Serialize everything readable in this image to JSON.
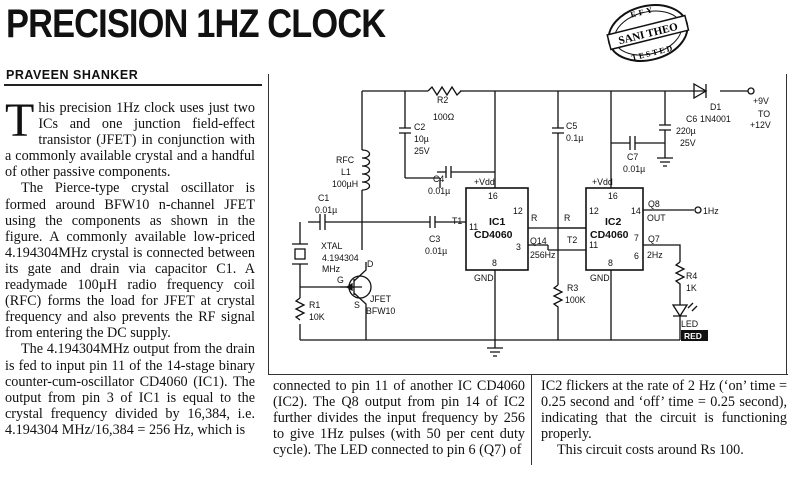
{
  "title": "PRECISION 1HZ CLOCK",
  "stamp": {
    "top": "EFY",
    "name": "SANI THEO",
    "bottom": "TESTED"
  },
  "author": "PRAVEEN SHANKER",
  "columns": {
    "col1_dropcap": "T",
    "col1_p1": "his precision 1Hz clock uses just two ICs and one junction field-effect transistor (JFET) in conjunction with a commonly available crystal and a handful of other passive components.",
    "col1_p2": "The Pierce-type crystal oscillator is formed around BFW10 n-channel JFET using the components as shown in the figure. A commonly available low-priced 4.194304MHz crystal is connected between its gate and drain via capacitor C1. A readymade 100µH radio frequency coil (RFC) forms the load for JFET at crystal frequency and also prevents the RF signal from entering the DC supply.",
    "col1_p3": "The 4.194304MHz output from the drain is fed to input pin 11 of the 14-stage binary counter-cum-oscillator CD4060 (IC1). The output from pin 3 of IC1 is equal to the crystal frequency divided by 16,384, i.e. 4.194304 MHz/16,384 = 256 Hz, which is",
    "col2": "connected to pin 11 of another IC CD4060 (IC2). The Q8 output from pin 14 of IC2 further divides the input frequency by 256 to give 1Hz pulses (with 50 per cent duty cycle). The LED connected to pin 6 (Q7) of",
    "col3_p1": "IC2 flickers at the rate of 2 Hz (‘on’ time = 0.25 second and ‘off’ time = 0.25 second), indicating that the circuit is functioning properly.",
    "col3_p2": "This circuit costs around Rs 100."
  },
  "schematic": {
    "r2": "R2",
    "r2_val": "100Ω",
    "d1": "D1",
    "d1_val": "1N4001",
    "supply1": "+9V",
    "supply2": "TO",
    "supply3": "+12V",
    "c2": "C2",
    "c2_v1": "10µ",
    "c2_v2": "25V",
    "c5": "C5",
    "c5_val": "0.1µ",
    "c6": "C6",
    "c6_v1": "220µ",
    "c6_v2": "25V",
    "c7": "C7",
    "c7_val": "0.01µ",
    "rfc": "RFC",
    "l1": "L1",
    "l1_val": "100µH",
    "c4": "C4",
    "c4_val": "0.01µ",
    "c1": "C1",
    "c1_val": "0.01µ",
    "c3": "C3",
    "c3_val": "0.01µ",
    "xtal": "XTAL",
    "xtal_v1": "4.194304",
    "xtal_v2": "MHz",
    "r1": "R1",
    "r1_val": "10K",
    "jfet_d": "D",
    "jfet_g": "G",
    "jfet_s": "S",
    "jfet": "JFET",
    "jfet_part": "BFW10",
    "vdd1": "+Vdd",
    "vdd2": "+Vdd",
    "ic1": "IC1",
    "ic1_part": "CD4060",
    "ic2": "IC2",
    "ic2_part": "CD4060",
    "p16a": "16",
    "p12a": "12",
    "p11a": "11",
    "p3a": "3",
    "p8a": "8",
    "p16b": "16",
    "p12b": "12",
    "p11b": "11",
    "p14b": "14",
    "p7b": "7",
    "p6b": "6",
    "p8b": "8",
    "t1": "T1",
    "t2": "T2",
    "ra": "R",
    "rb": "R",
    "q14": "Q14",
    "hz256": "256Hz",
    "q8": "Q8",
    "out": "OUT",
    "q7": "Q7",
    "hz2": "2Hz",
    "hz1": "1Hz",
    "gnd1": "GND",
    "gnd2": "GND",
    "r3": "R3",
    "r3_val": "100K",
    "r4": "R4",
    "r4_val": "1K",
    "led": "LED",
    "red": "RED"
  }
}
